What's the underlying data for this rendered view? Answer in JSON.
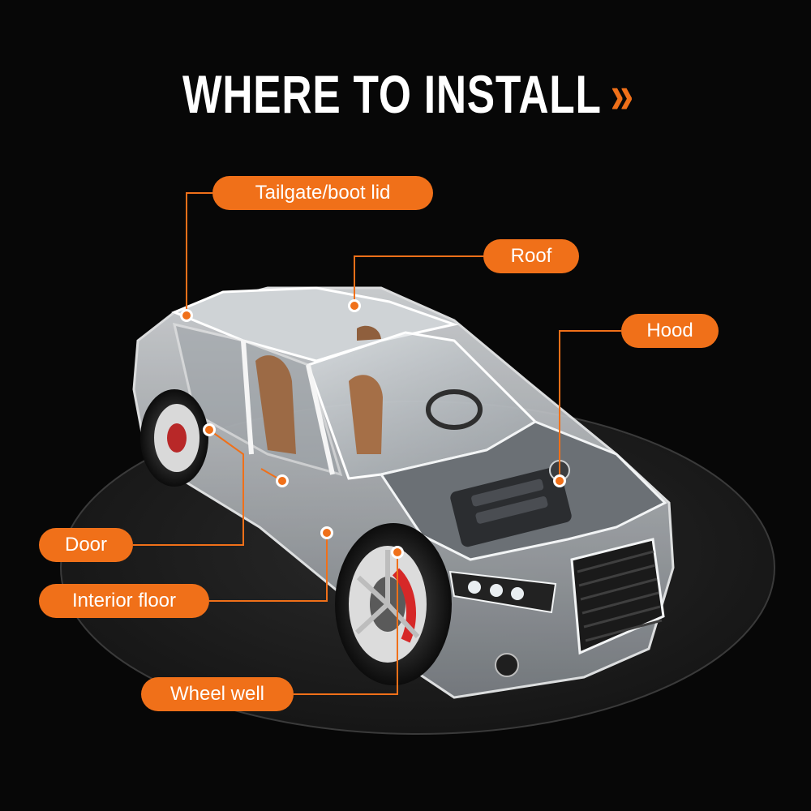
{
  "title": {
    "text": "WHERE TO INSTALL",
    "chevron": "»",
    "chevron_icon": "double-chevron-right-icon"
  },
  "labels": {
    "tailgate": "Tailgate/boot lid",
    "roof": "Roof",
    "hood": "Hood",
    "door": "Door",
    "interior_floor": "Interior floor",
    "wheel_well": "Wheel well"
  },
  "colors": {
    "accent": "#f07019",
    "background": "#070707",
    "text": "#ffffff"
  }
}
